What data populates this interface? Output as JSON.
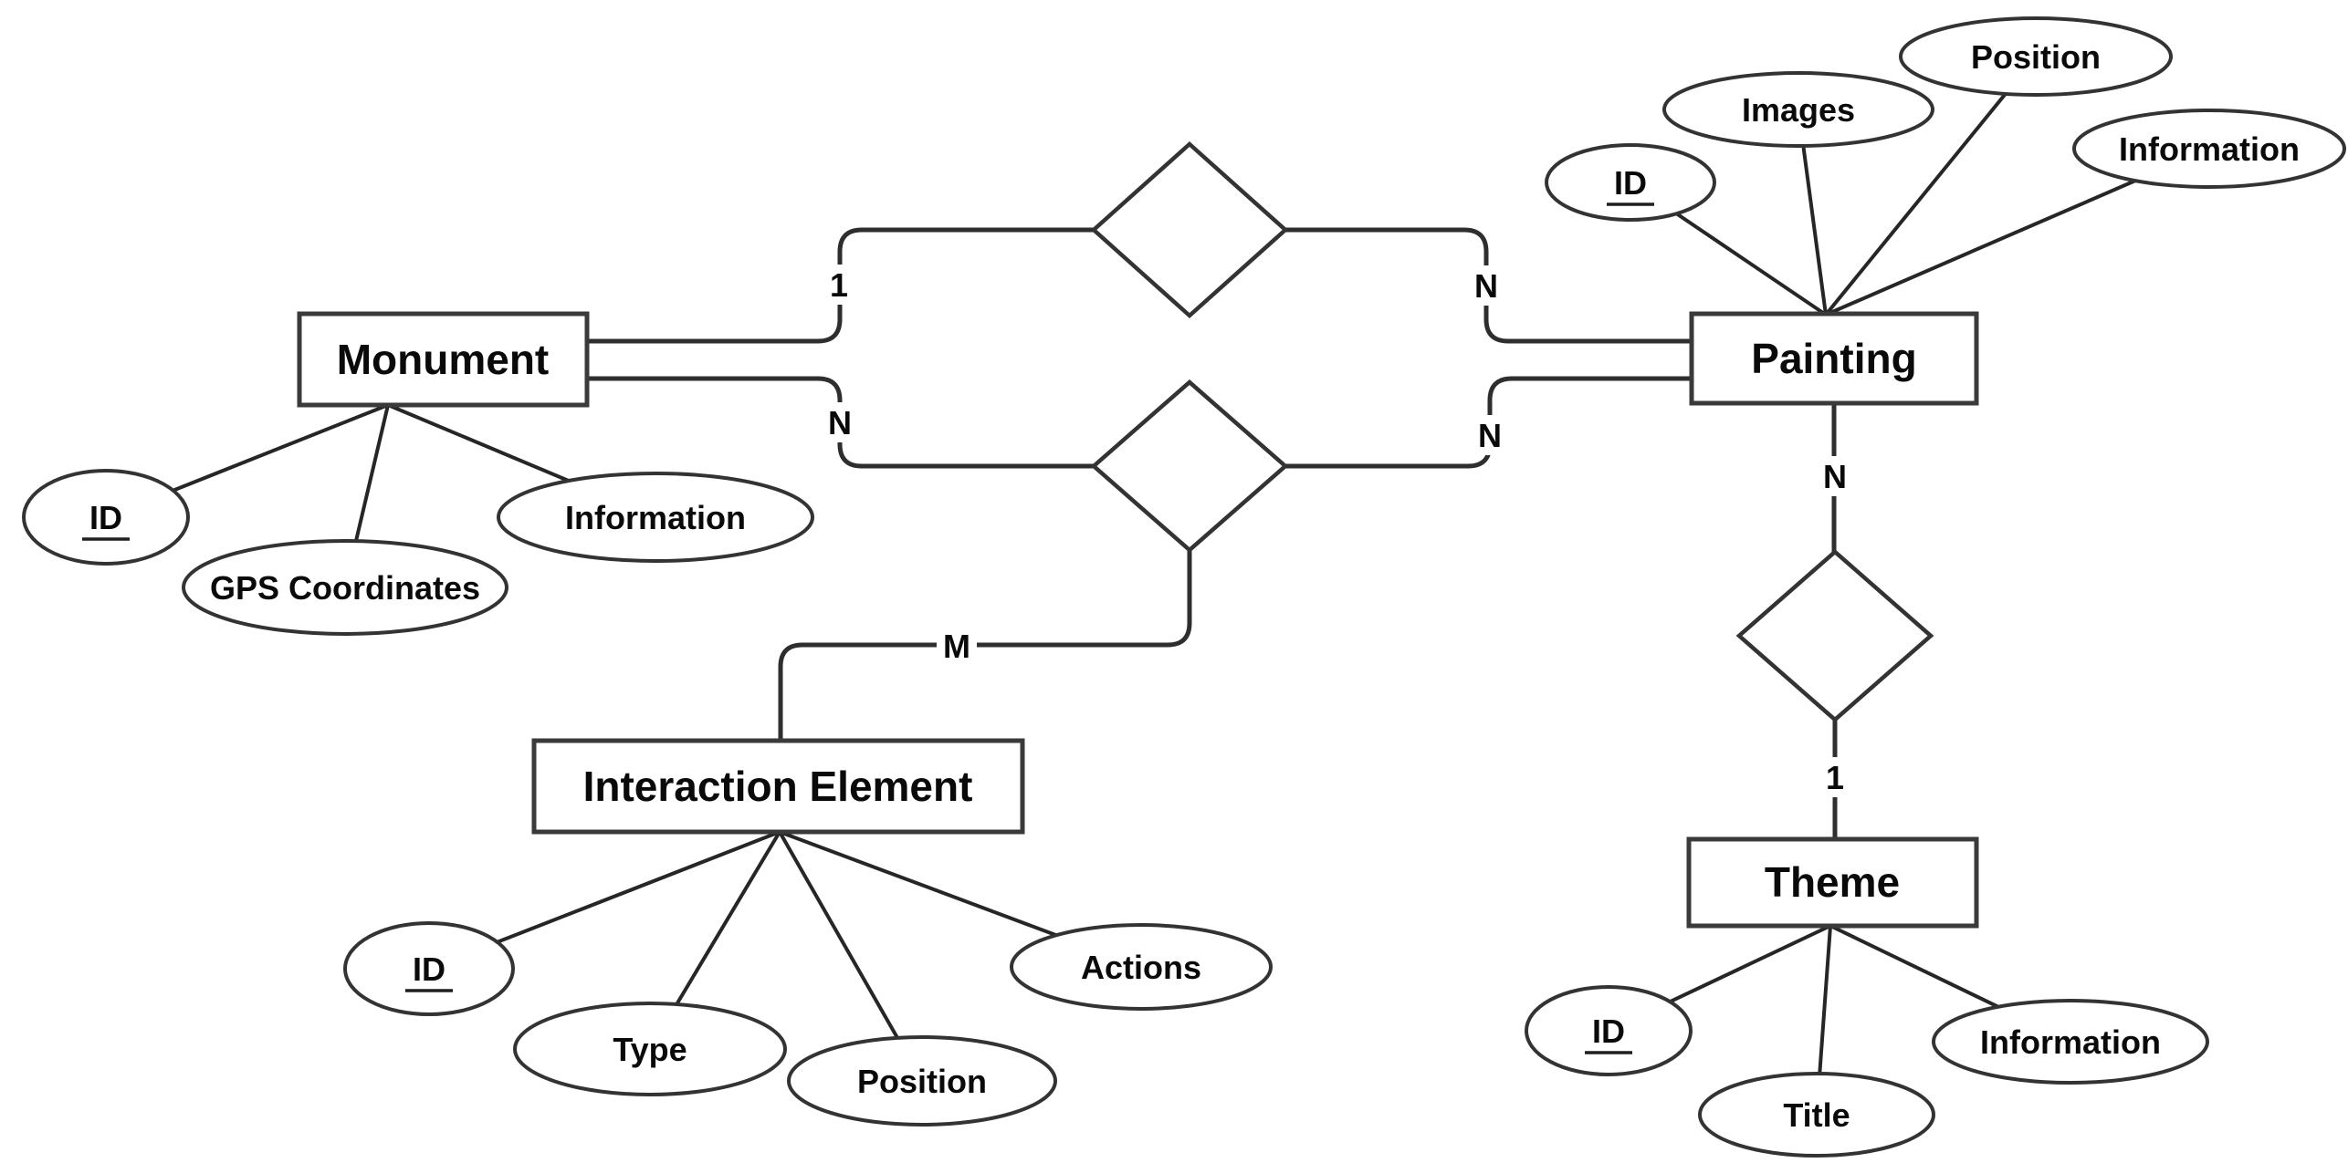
{
  "entities": [
    {
      "id": "monument",
      "label": "Monument"
    },
    {
      "id": "painting",
      "label": "Painting"
    },
    {
      "id": "interaction_element",
      "label": "Interaction Element"
    },
    {
      "id": "theme",
      "label": "Theme"
    }
  ],
  "attributes": {
    "monument": [
      {
        "label": "ID",
        "primary_key": true
      },
      {
        "label": "GPS Coordinates",
        "primary_key": false
      },
      {
        "label": "Information",
        "primary_key": false
      }
    ],
    "painting": [
      {
        "label": "ID",
        "primary_key": true
      },
      {
        "label": "Images",
        "primary_key": false
      },
      {
        "label": "Position",
        "primary_key": false
      },
      {
        "label": "Information",
        "primary_key": false
      }
    ],
    "interaction_element": [
      {
        "label": "ID",
        "primary_key": true
      },
      {
        "label": "Type",
        "primary_key": false
      },
      {
        "label": "Position",
        "primary_key": false
      },
      {
        "label": "Actions",
        "primary_key": false
      }
    ],
    "theme": [
      {
        "label": "ID",
        "primary_key": true
      },
      {
        "label": "Title",
        "primary_key": false
      },
      {
        "label": "Information",
        "primary_key": false
      }
    ]
  },
  "relationships": [
    {
      "id": "monument-painting-upper",
      "from": "Monument",
      "to": "Painting",
      "cardinality_from": "1",
      "cardinality_to": "N"
    },
    {
      "id": "monument-painting-interaction",
      "from": "Monument",
      "to": "Painting",
      "third": "Interaction Element",
      "cardinality_from": "N",
      "cardinality_to": "N",
      "cardinality_third": "M"
    },
    {
      "id": "painting-theme",
      "from": "Painting",
      "to": "Theme",
      "cardinality_from": "N",
      "cardinality_to": "1"
    }
  ]
}
